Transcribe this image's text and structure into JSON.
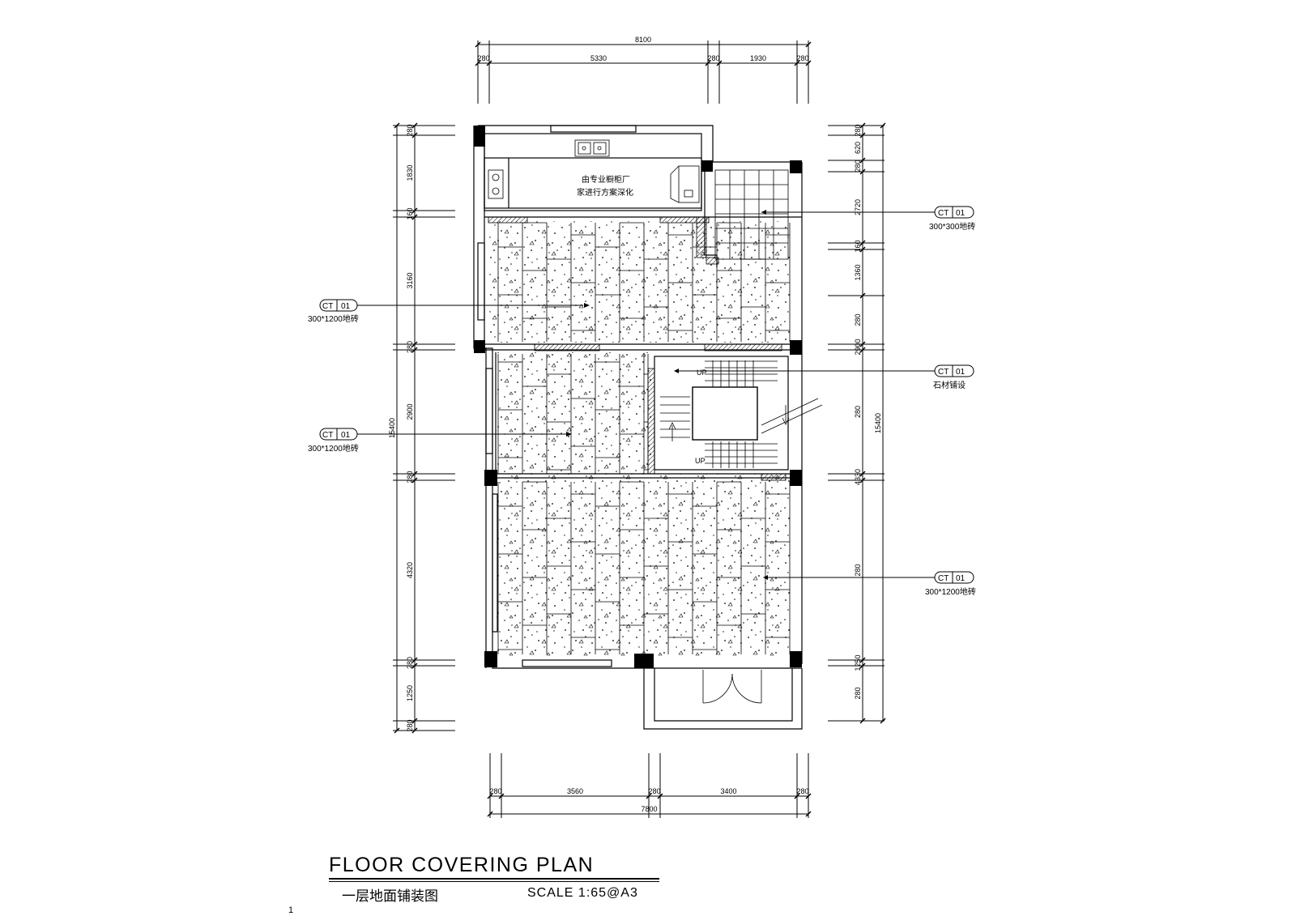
{
  "title": "FLOOR COVERING PLAN",
  "subtitle": "一层地面铺装图",
  "scale": "SCALE 1:65@A3",
  "corner_mark": "1",
  "dimensions": {
    "top_total": "8100",
    "top_segments": [
      "280",
      "5330",
      "280",
      "1930",
      "280"
    ],
    "bottom_total": "7800",
    "bottom_segments": [
      "280",
      "3560",
      "280",
      "3400",
      "280"
    ],
    "left_total": "15400",
    "left_segments": [
      "280",
      "1830",
      "160",
      "3160",
      "280",
      "2900",
      "280",
      "4320",
      "280",
      "1250",
      "280"
    ],
    "right_total": "15400",
    "right_segments": [
      "280",
      "620",
      "280",
      "2720",
      "160",
      "1360",
      "280",
      "2900",
      "280",
      "4330",
      "280",
      "1250",
      "280"
    ]
  },
  "kitchen_note": [
    "由专业橱柜厂",
    "家进行方案深化"
  ],
  "callouts": [
    {
      "code": "CT",
      "num": "01",
      "note": "300*300地砖"
    },
    {
      "code": "CT",
      "num": "01",
      "note": "300*1200地砖"
    },
    {
      "code": "CT",
      "num": "01",
      "note": "石材铺设"
    },
    {
      "code": "CT",
      "num": "01",
      "note": "300*1200地砖"
    },
    {
      "code": "CT",
      "num": "01",
      "note": "300*1200地砖"
    }
  ],
  "stair_labels": [
    "UP",
    "UP"
  ]
}
